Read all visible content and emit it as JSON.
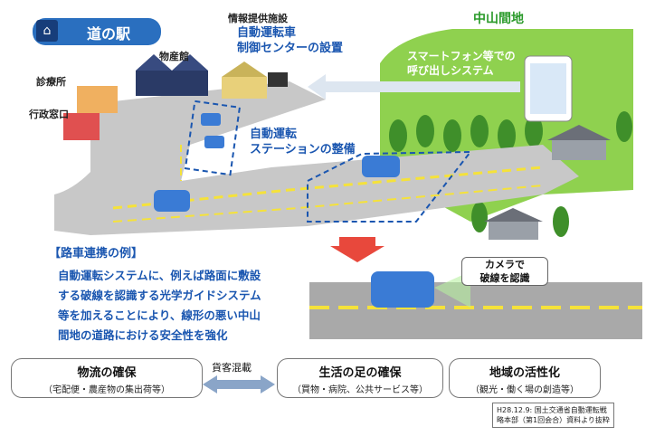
{
  "header": {
    "michi_no_eki": "道の駅",
    "chusankan": "中山間地"
  },
  "facility_labels": {
    "info": "情報提供施設",
    "bussan": "物産館",
    "shinryo": "診療所",
    "gyosei": "行政窓口"
  },
  "callouts": {
    "control_center": [
      "自動運転車",
      "制御センターの設置"
    ],
    "station": [
      "自動運転",
      "ステーションの整備"
    ],
    "smartphone": [
      "スマートフォン等での",
      "呼び出しシステム"
    ],
    "camera": [
      "カメラで",
      "破線を認識"
    ]
  },
  "example": {
    "heading": "【路車連携の例】",
    "lines": [
      "自動運転システムに、例えば路面に敷設",
      "する破線を認識する光学ガイドシステム",
      "等を加えることにより、線形の悪い中山",
      "間地の道路における安全性を強化"
    ]
  },
  "boxes": [
    {
      "title": "物流の確保",
      "sub": "（宅配便・農産物の集出荷等）"
    },
    {
      "title": "生活の足の確保",
      "sub": "（買物・病院、公共サービス等）"
    },
    {
      "title": "地域の活性化",
      "sub": "（観光・働く場の創造等）"
    }
  ],
  "kakyaku": "貨客混載",
  "source": [
    "H28.12.9: 国土交通省自動運転戦",
    "略本部（第1回会合）資料より抜粋"
  ],
  "colors": {
    "accent_blue": "#1a56b0",
    "green_area": "#8fd14f",
    "road": "#c8c8c8",
    "dash_yellow": "#f5e23a"
  }
}
